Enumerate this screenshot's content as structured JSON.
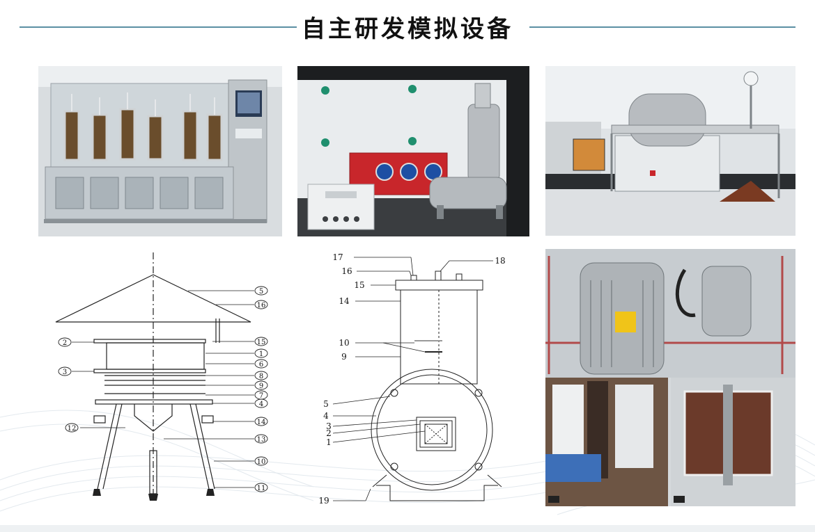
{
  "header": {
    "title": "自主研发模拟设备"
  },
  "colors": {
    "title_line": "#5b8fa3",
    "steel": "#b8bcc0",
    "red_box": "#c8262b",
    "bench": "#2a2d30"
  },
  "panels": {
    "photo1": {
      "icon": "column-reactor-photo"
    },
    "photo2": {
      "icon": "pressure-vessel-photo"
    },
    "photo3": {
      "icon": "rotary-drum-photo"
    },
    "photo4": {
      "icon": "heating-furnace-photo"
    }
  },
  "diagram_a": {
    "labels": {
      "l1": "1",
      "l2": "2",
      "l3": "3",
      "l4": "4",
      "l5": "5",
      "l6": "6",
      "l7": "7",
      "l8": "8",
      "l9": "9",
      "l10": "10",
      "l11": "11",
      "l12": "12",
      "l13": "13",
      "l14": "14",
      "l15": "15",
      "l16": "16"
    }
  },
  "diagram_b": {
    "labels": {
      "l1": "1",
      "l2": "2",
      "l3": "3",
      "l4": "4",
      "l5": "5",
      "l9": "9",
      "l10": "10",
      "l14": "14",
      "l15": "15",
      "l16": "16",
      "l17": "17",
      "l18": "18",
      "l19": "19"
    }
  }
}
